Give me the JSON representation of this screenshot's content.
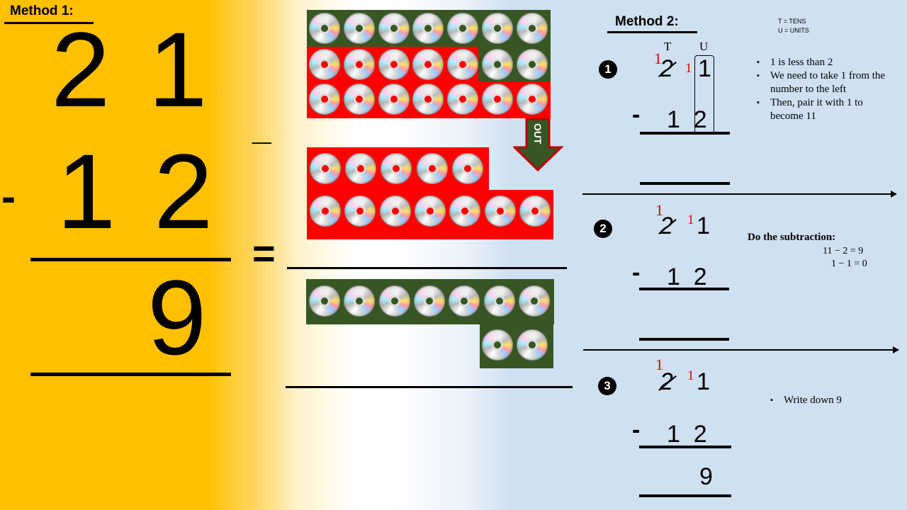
{
  "method1": {
    "title": "Method 1:",
    "top_number": "2 1",
    "subtract_sign": "-",
    "bottom_number": "1 2",
    "result": "9"
  },
  "visual": {
    "minus_sign": "_",
    "equals_sign": "=",
    "out_label": "OUT",
    "colors": {
      "green_block": "#375623",
      "red_block": "#ff0000",
      "arrow_fill": "#375623",
      "arrow_outline": "#c00000"
    },
    "disc_icon": "cd-disc-icon"
  },
  "method2": {
    "title": "Method 2:",
    "legend_tens": "T = TENS",
    "legend_units": "U = UNITS",
    "tens_label": "T",
    "units_label": "U",
    "steps": [
      {
        "number": "1",
        "carry_tens": "1",
        "crossed_digit": "2",
        "carry_units": "1",
        "units_digit": "1",
        "minus": "-",
        "bottom": "1  2",
        "result": "",
        "notes": [
          "1 is less than 2",
          "We need to take 1 from the number to the left",
          "Then, pair it with 1 to become 11"
        ]
      },
      {
        "number": "2",
        "carry_tens": "1",
        "crossed_digit": "2",
        "carry_units": "1",
        "units_digit": "1",
        "minus": "-",
        "bottom": "1  2",
        "result": "",
        "heading": "Do the subtraction:",
        "equations": [
          "11 − 2 = 9",
          "1 − 1 = 0"
        ]
      },
      {
        "number": "3",
        "carry_tens": "1",
        "crossed_digit": "2",
        "carry_units": "1",
        "units_digit": "1",
        "minus": "-",
        "bottom": "1  2",
        "result": "9",
        "notes": [
          "Write down 9"
        ]
      }
    ]
  }
}
